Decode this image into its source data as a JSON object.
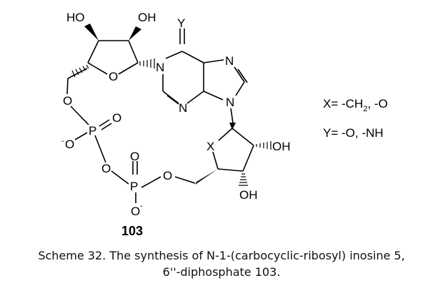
{
  "structure": {
    "atoms": {
      "ho_top": "HO",
      "oh_top": "OH",
      "y_group": "Y",
      "ring_o_ribose": "O",
      "n1": "N",
      "n7": "N",
      "n3": "N",
      "n9": "N",
      "o_5": "O",
      "p1": "P",
      "p1_o_double": "O",
      "o_minus_1": "O",
      "minus_1": "-",
      "bridge_o": "O",
      "p2_o_double": "O",
      "p2": "P",
      "o_6": "O",
      "o_minus_2": "O",
      "minus_2": "-",
      "x_group": "X",
      "oh_lower_1": "OH",
      "oh_lower_2": "OH"
    },
    "compound_number": "103"
  },
  "legend": {
    "x_prefix": "X= -CH",
    "x_sub": "2",
    "x_suffix": ", -O",
    "y_text": "Y= -O, -NH"
  },
  "caption": {
    "line1": "Scheme 32. The synthesis of N-1-(carbocyclic-ribosyl) inosine 5,",
    "line2": "6''-diphosphate 103."
  }
}
